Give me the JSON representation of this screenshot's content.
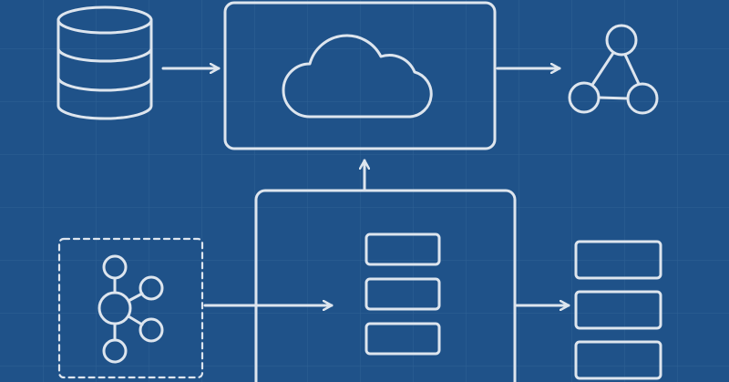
{
  "diagram": {
    "colors": {
      "background": "#1f5289",
      "grid": "#3a6a9c",
      "stroke": "#dde5ee"
    },
    "nodes": [
      {
        "id": "database",
        "icon": "database-icon"
      },
      {
        "id": "cloud-service",
        "icon": "cloud-icon"
      },
      {
        "id": "graph",
        "icon": "graph-network-icon"
      },
      {
        "id": "stream-hub",
        "icon": "hub-network-icon"
      },
      {
        "id": "processing-queue",
        "icon": "queue-stack-icon"
      },
      {
        "id": "output-stack",
        "icon": "stack-icon"
      }
    ],
    "edges": [
      {
        "from": "database",
        "to": "cloud-service"
      },
      {
        "from": "cloud-service",
        "to": "graph"
      },
      {
        "from": "processing-queue",
        "to": "cloud-service"
      },
      {
        "from": "stream-hub",
        "to": "processing-queue"
      },
      {
        "from": "processing-queue",
        "to": "output-stack"
      }
    ]
  }
}
